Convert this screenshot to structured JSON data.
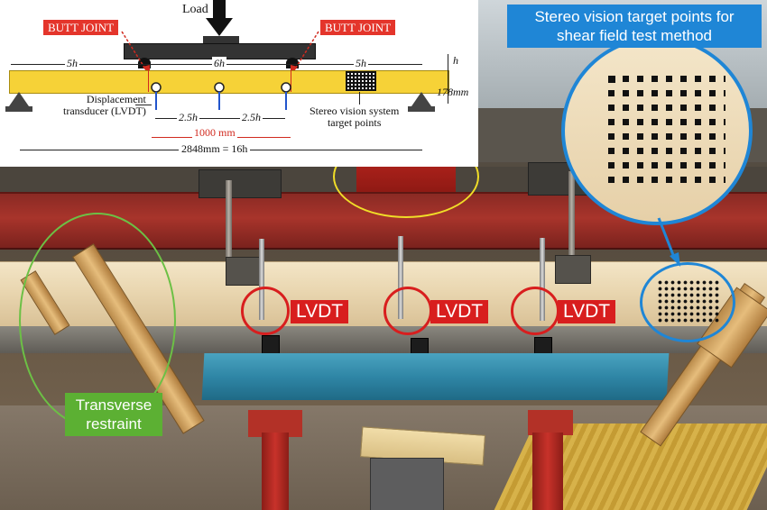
{
  "diagram": {
    "load_label": "Load",
    "butt_joint_left": "BUTT JOINT",
    "butt_joint_right": "BUTT JOINT",
    "span_left": "5h",
    "span_mid": "6h",
    "span_right": "5h",
    "height_h": "h",
    "height_mm": "178mm",
    "lvdt_label_line1": "Displacement",
    "lvdt_label_line2": "transducer (LVDT)",
    "gap_left": "2.5h",
    "gap_right": "2.5h",
    "span_1000": "1000 mm",
    "total_span": "2848mm = 16h",
    "target_label_line1": "Stereo vision system",
    "target_label_line2": "target points"
  },
  "callouts": {
    "lvdt_1": "LVDT",
    "lvdt_2": "LVDT",
    "lvdt_3": "LVDT",
    "transverse_line1": "Transverse",
    "transverse_line2": "restraint",
    "stereo_line1": "Stereo vision target points for",
    "stereo_line2": "shear field test method"
  },
  "colors": {
    "lvdt_red": "#d81e1e",
    "restraint_green": "#5cb033",
    "stereo_blue": "#1f86d6",
    "beam_yellow": "#f6d237",
    "butt_joint_red": "#e4352b"
  },
  "icons": {
    "load_arrow": "down-arrow-icon",
    "support": "roller-support-icon",
    "dial_gauge": "dial-gauge-icon"
  }
}
